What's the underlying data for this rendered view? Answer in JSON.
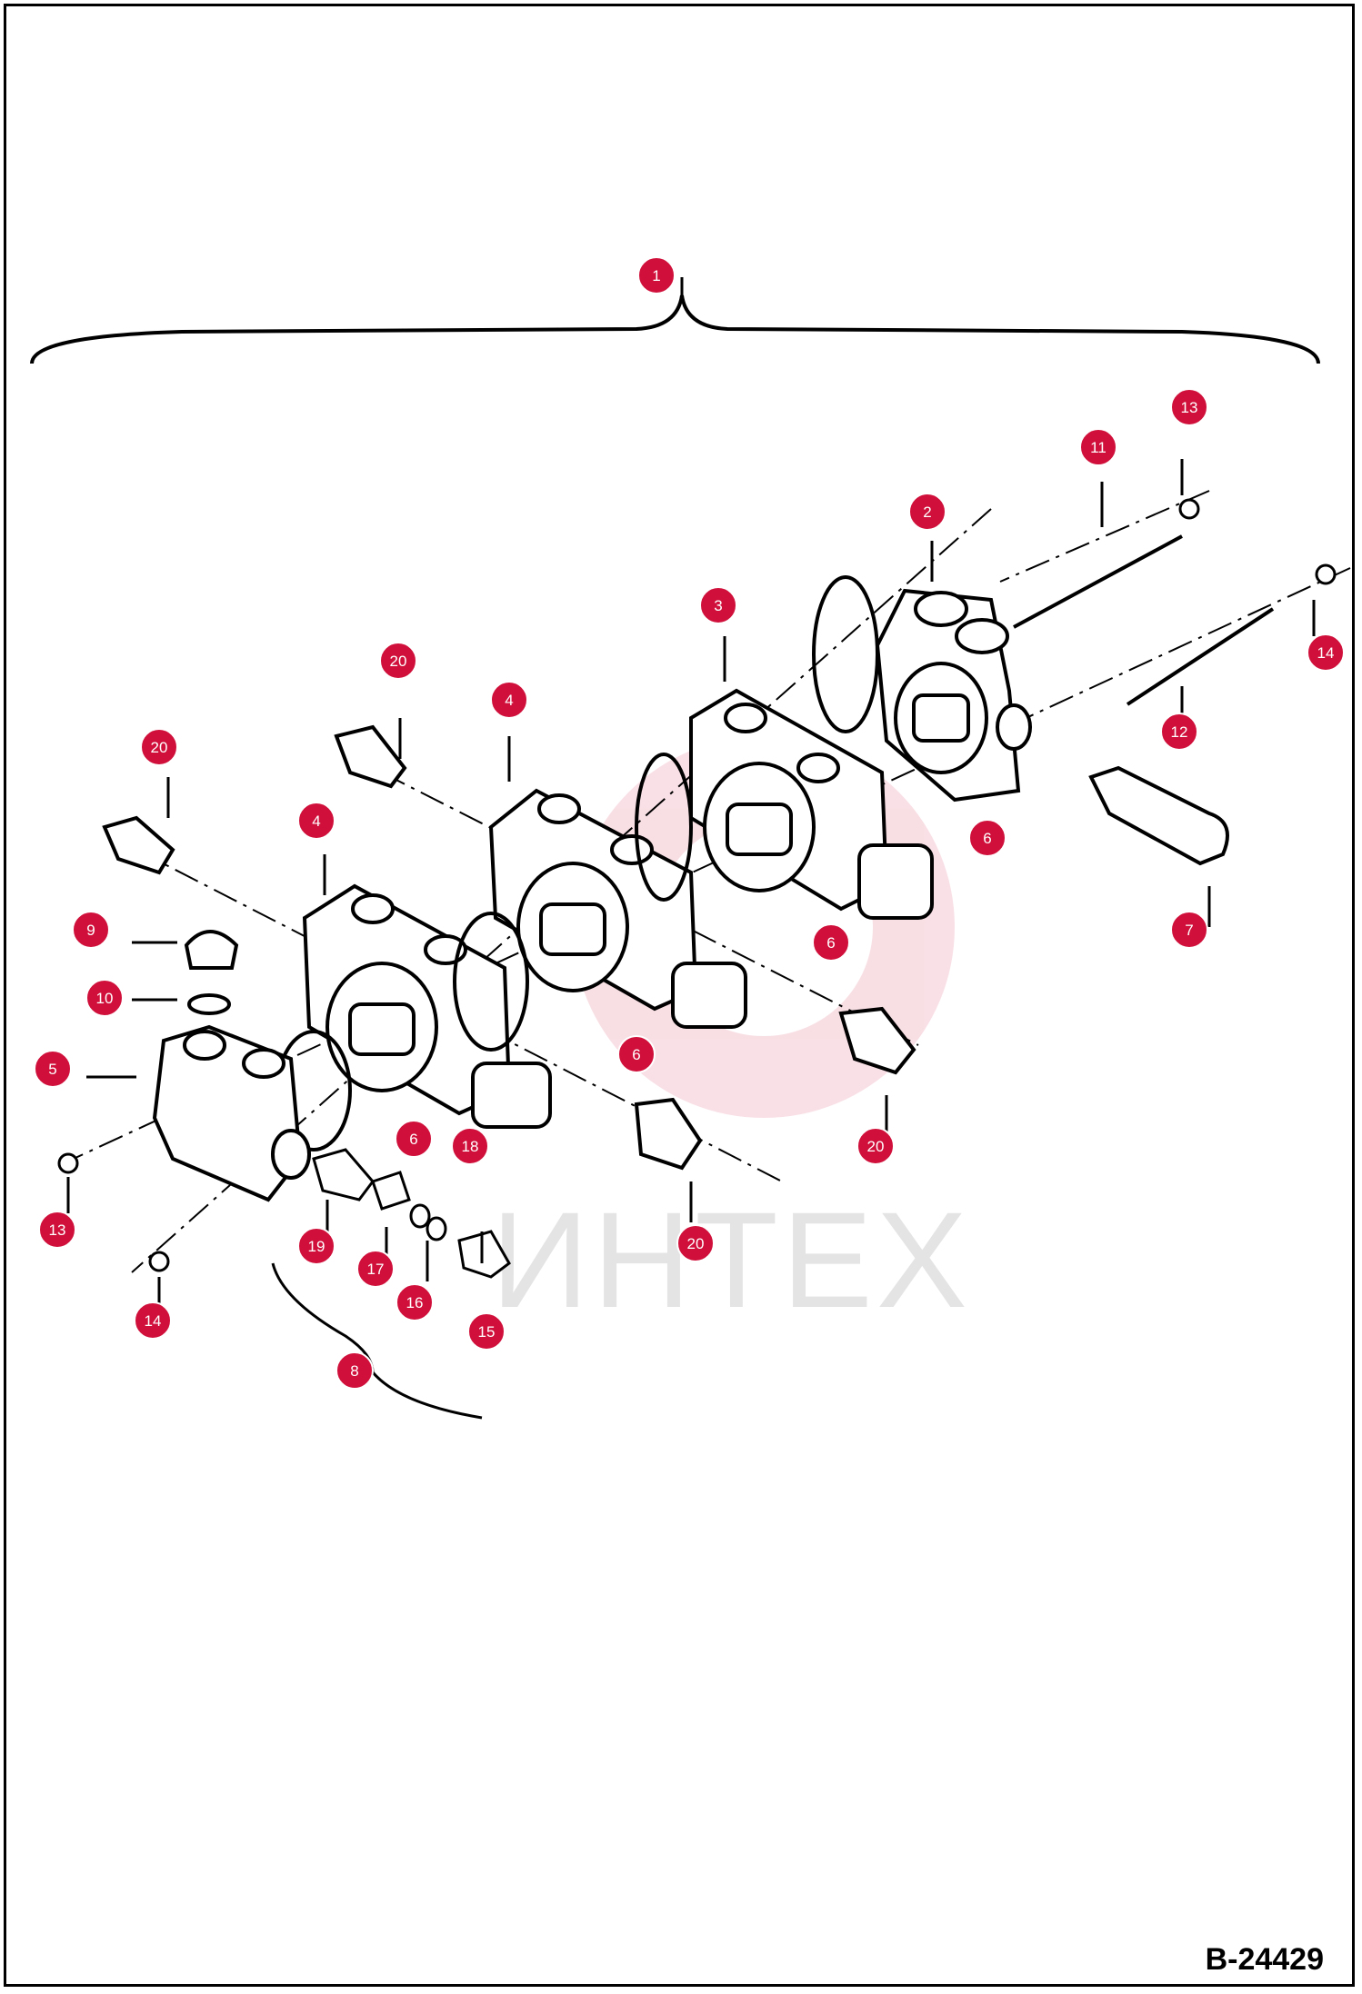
{
  "diagram_id": "B-24429",
  "watermark": "ИНТЕХ",
  "callout_color": "#d0103a",
  "callouts": [
    {
      "number": "1"
    },
    {
      "number": "2"
    },
    {
      "number": "3"
    },
    {
      "number": "4"
    },
    {
      "number": "4"
    },
    {
      "number": "5"
    },
    {
      "number": "6"
    },
    {
      "number": "6"
    },
    {
      "number": "6"
    },
    {
      "number": "6"
    },
    {
      "number": "7"
    },
    {
      "number": "8"
    },
    {
      "number": "9"
    },
    {
      "number": "10"
    },
    {
      "number": "11"
    },
    {
      "number": "12"
    },
    {
      "number": "13"
    },
    {
      "number": "13"
    },
    {
      "number": "14"
    },
    {
      "number": "14"
    },
    {
      "number": "15"
    },
    {
      "number": "16"
    },
    {
      "number": "17"
    },
    {
      "number": "18"
    },
    {
      "number": "19"
    },
    {
      "number": "20"
    },
    {
      "number": "20"
    },
    {
      "number": "20"
    },
    {
      "number": "20"
    }
  ]
}
